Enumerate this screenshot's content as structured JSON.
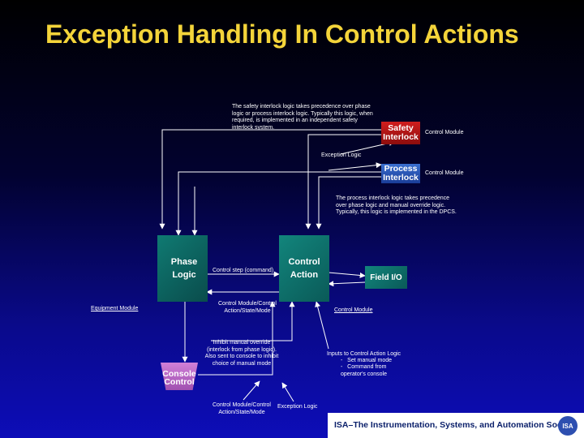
{
  "slide": {
    "title": "Exception Handling In Control Actions"
  },
  "boxes": {
    "safety": "Safety Interlock",
    "process": "Process Interlock",
    "phase": "Phase Logic",
    "control": "Control Action",
    "field": "Field I/O",
    "console": "Console Control"
  },
  "labels": {
    "safety_note": "The safety interlock logic takes precedence over phase logic or process interlock logic.  Typically this logic, when required, is implemented in an independent safety interlock system.",
    "safety_module": "Control Module",
    "exception_logic_top": "Exception Logic",
    "process_module": "Control Module",
    "process_note": "The process interlock logic takes precedence over phase logic and manual override logic.  Typically, this logic is implemented in the DPCS.",
    "control_step": "Control step (command)",
    "equipment_module": "Equipment  Module",
    "cm_state_mid": "Control Module/Control Action/State/Mode",
    "control_module_right": "Control Module",
    "inhibit_note": "Inhibit manual override (interlock from phase logic). Also sent to console to inhibit choice of manual mode",
    "inputs_title": "Inputs to Control Action Logic",
    "input_1": "Set manual mode",
    "input_2": "Command from operator's console",
    "cm_state_bottom": "Control Module/Control Action/State/Mode",
    "exception_logic_bottom": "Exception Logic"
  },
  "footer": {
    "text": "ISA–The Instrumentation, Systems, and Automation Society",
    "logo": "ISA"
  },
  "colors": {
    "title": "#f4d43a",
    "safety_box": "#c01818",
    "process_box": "#2f5fc0",
    "teal_box": "#0f7a72",
    "console_box": "#c070c8"
  }
}
